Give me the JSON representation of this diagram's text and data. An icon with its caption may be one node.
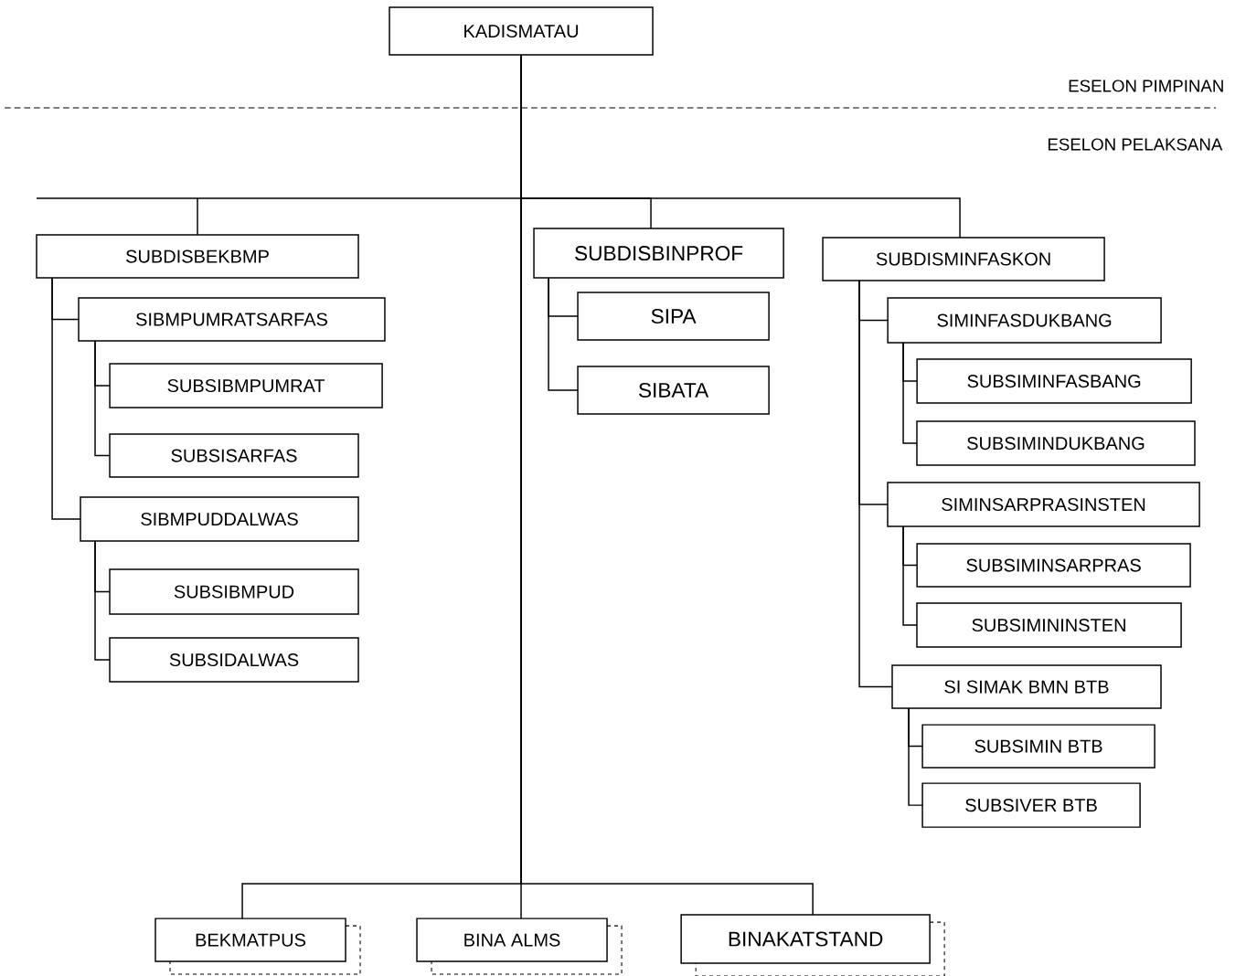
{
  "diagram": {
    "nodes": [
      {
        "text": [
          "KADISMATAU"
        ]
      },
      {
        "text": [
          "SUBDISBEKBMP"
        ]
      },
      {
        "text": [
          "SIBMPUMRATSARFAS"
        ]
      },
      {
        "text": [
          "SUBSIBMPUMRAT"
        ]
      },
      {
        "text": [
          "SUBSISARFAS"
        ]
      },
      {
        "text": [
          "SIBMPUDDALWAS"
        ]
      },
      {
        "text": [
          "SUBSIBMPUD"
        ]
      },
      {
        "text": [
          "SUBSIDALWAS"
        ]
      },
      {
        "text": [
          "SUBDISBINPROF"
        ]
      },
      {
        "text": [
          "SIPA"
        ]
      },
      {
        "text": [
          "SIBATA"
        ]
      },
      {
        "text": [
          "SUBDISMINFASKON"
        ]
      },
      {
        "text": [
          "SIMINFASDUKBANG"
        ]
      },
      {
        "text": [
          "SUBSIMINFASBANG"
        ]
      },
      {
        "text": [
          "SUBSIMINDUKBANG"
        ]
      },
      {
        "text": [
          "SIMINSARPRASINSTEN"
        ]
      },
      {
        "text": [
          "SUBSIMINSARPRAS"
        ]
      },
      {
        "text": [
          "SUBSIMININSTEN"
        ]
      },
      {
        "text": [
          "SI SIMAK BMN BTB"
        ]
      },
      {
        "text": [
          "SUBSIMIN BTB"
        ]
      },
      {
        "text": [
          "SUBSIVER BTB"
        ]
      },
      {
        "text": [
          "BEKMATPUS"
        ]
      },
      {
        "text": [
          "BINA ALMS"
        ]
      },
      {
        "text": [
          "BINAKATSTAND"
        ]
      }
    ],
    "edges": [
      {
        "from": 0,
        "to": 1,
        "arrow": "none"
      },
      {
        "from": 0,
        "to": 8,
        "arrow": "none"
      },
      {
        "from": 0,
        "to": 11,
        "arrow": "none"
      },
      {
        "from": 1,
        "to": 2,
        "arrow": "none"
      },
      {
        "from": 1,
        "to": 5,
        "arrow": "none"
      },
      {
        "from": 2,
        "to": 3,
        "arrow": "none"
      },
      {
        "from": 2,
        "to": 4,
        "arrow": "none"
      },
      {
        "from": 5,
        "to": 6,
        "arrow": "none"
      },
      {
        "from": 5,
        "to": 7,
        "arrow": "none"
      },
      {
        "from": 8,
        "to": 9,
        "arrow": "none"
      },
      {
        "from": 8,
        "to": 10,
        "arrow": "none"
      },
      {
        "from": 11,
        "to": 12,
        "arrow": "none"
      },
      {
        "from": 11,
        "to": 15,
        "arrow": "none"
      },
      {
        "from": 11,
        "to": 18,
        "arrow": "none"
      },
      {
        "from": 12,
        "to": 13,
        "arrow": "none"
      },
      {
        "from": 12,
        "to": 14,
        "arrow": "none"
      },
      {
        "from": 15,
        "to": 16,
        "arrow": "none"
      },
      {
        "from": 15,
        "to": 17,
        "arrow": "none"
      },
      {
        "from": 18,
        "to": 19,
        "arrow": "none"
      },
      {
        "from": 18,
        "to": 20,
        "arrow": "none"
      },
      {
        "from": 0,
        "to": 21,
        "arrow": "none"
      },
      {
        "from": 0,
        "to": 22,
        "arrow": "none"
      },
      {
        "from": 0,
        "to": 23,
        "arrow": "none"
      }
    ],
    "labels": [
      "ESELON PIMPINAN",
      "ESELON PELAKSANA"
    ]
  }
}
